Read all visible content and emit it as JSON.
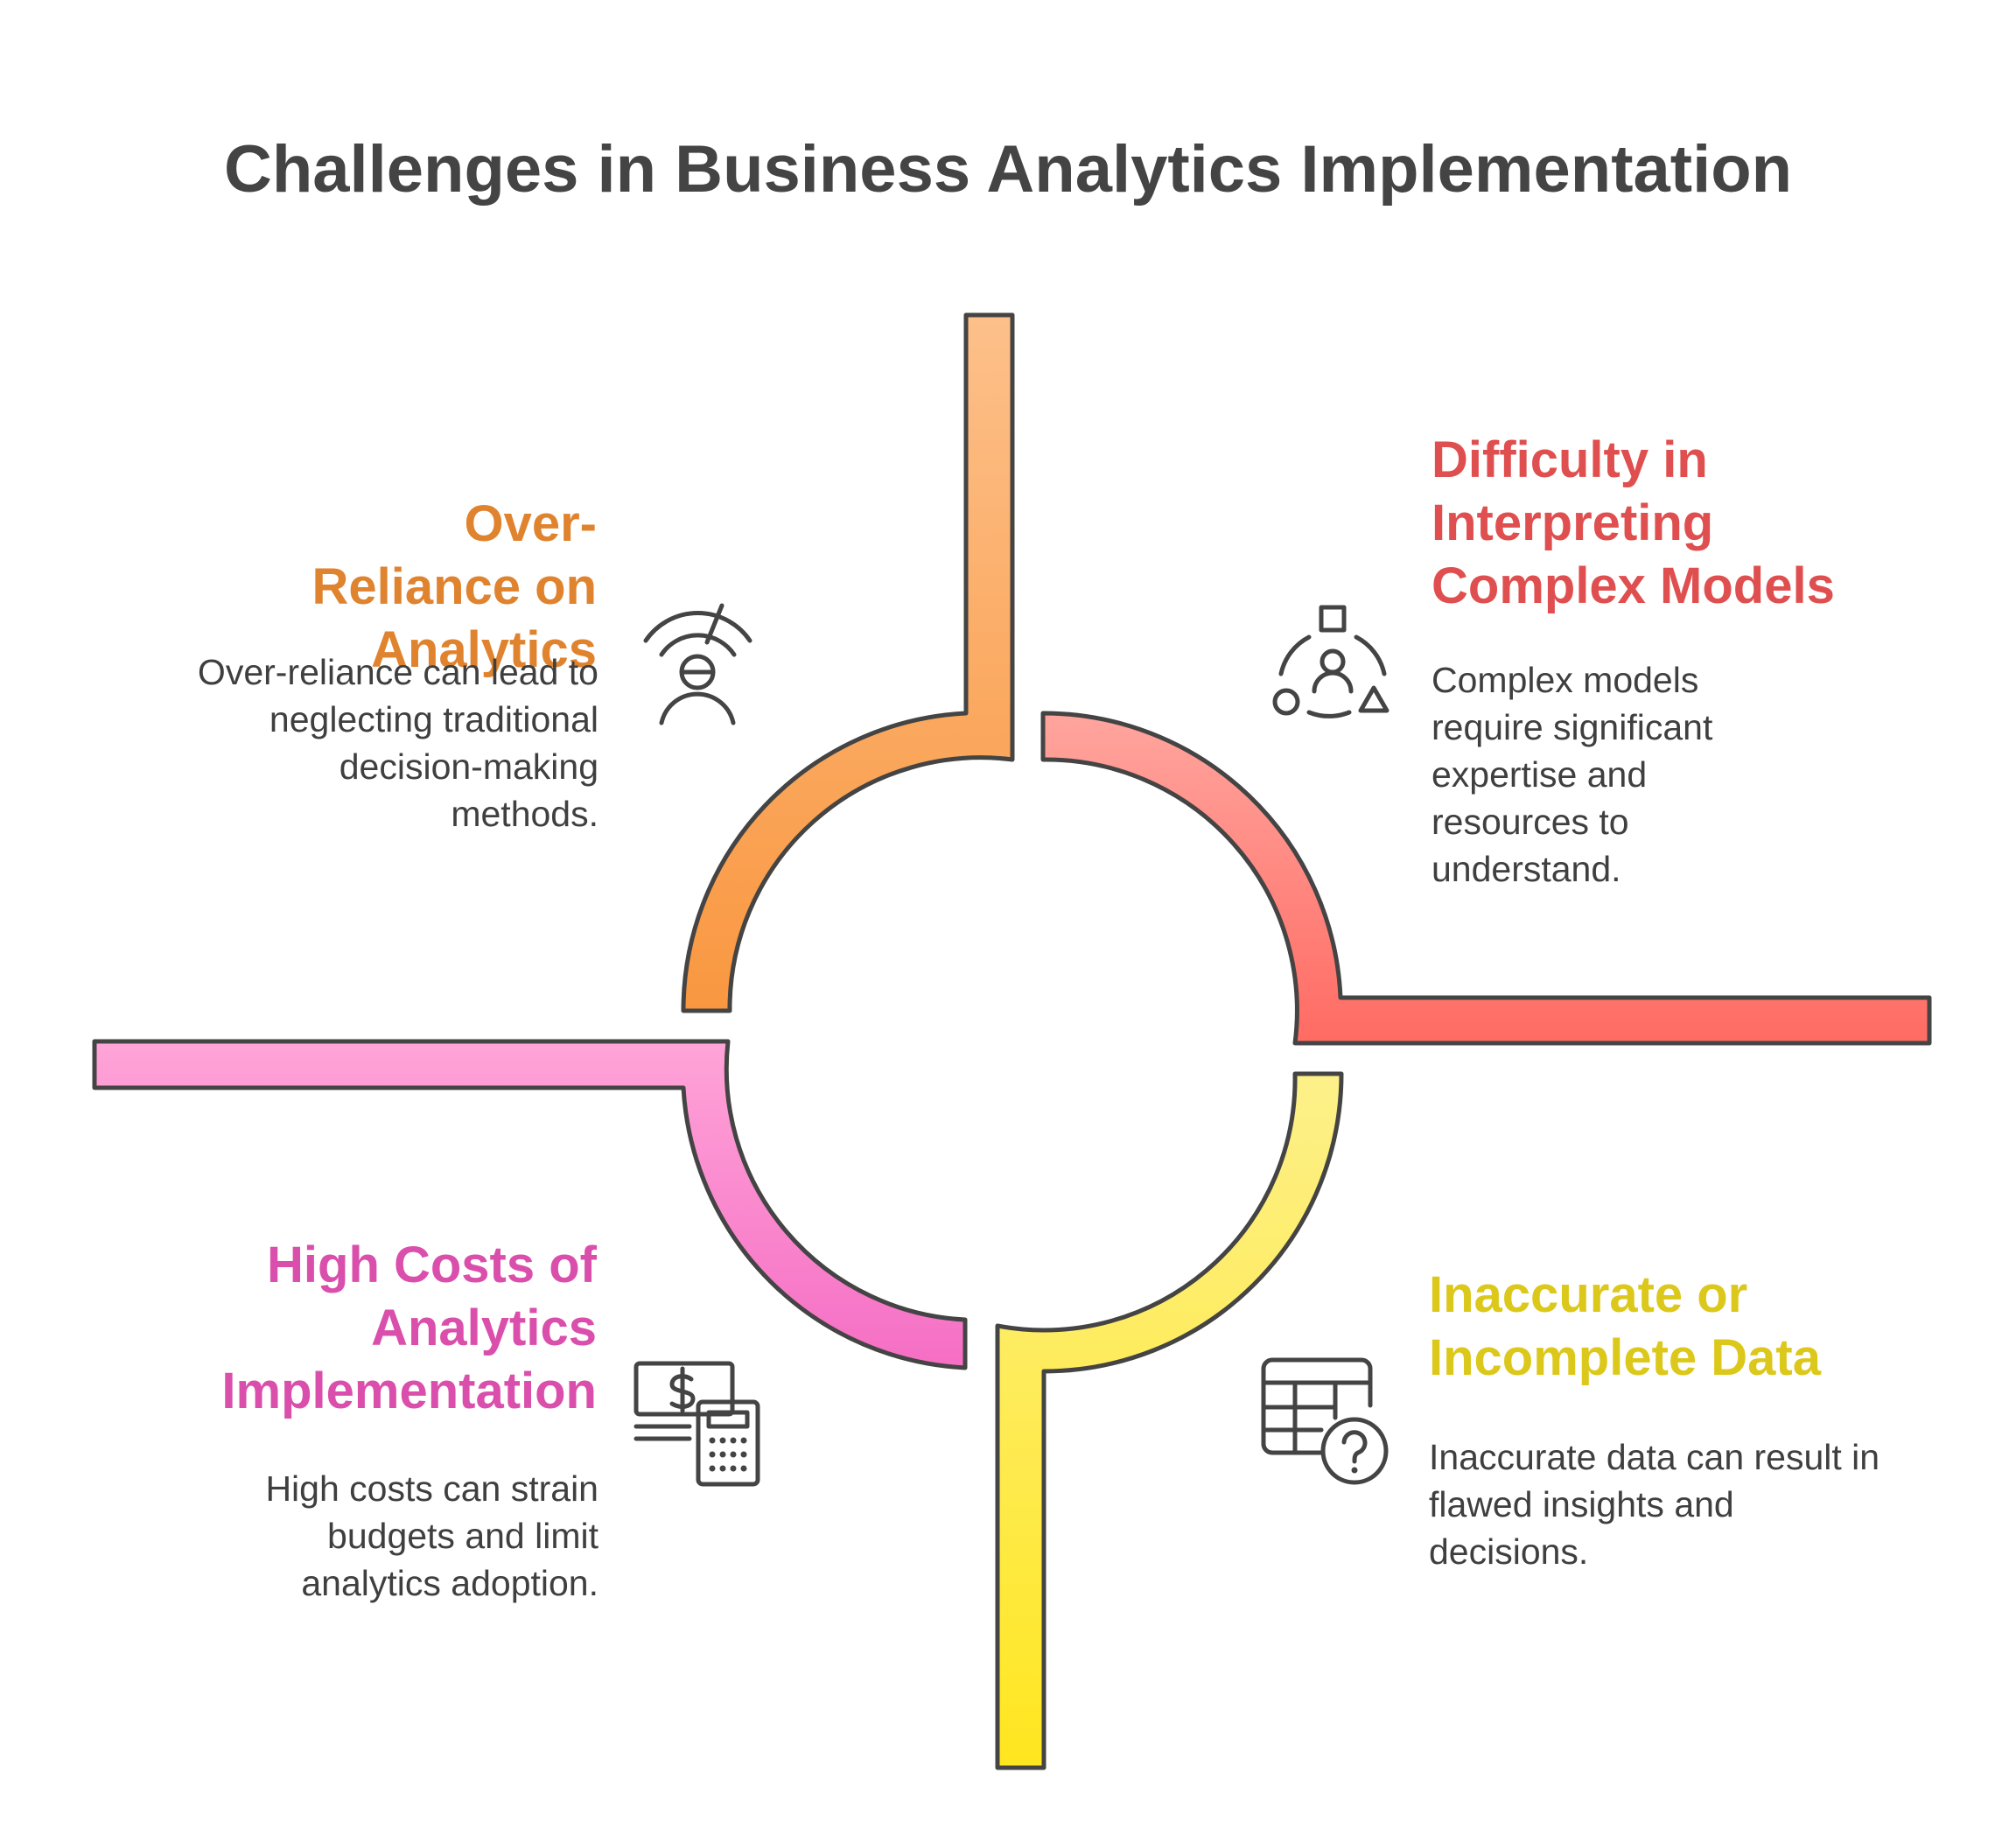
{
  "title": "Challenges in Business Analytics Implementation",
  "quadrants": [
    {
      "heading": "Over-Reliance on Analytics",
      "description": "Over-reliance can lead to neglecting traditional decision-making methods.",
      "color": "#E0832F",
      "gradient": [
        "#FDC08A",
        "#F99740"
      ],
      "icon": "gauge-person-icon"
    },
    {
      "heading": "Difficulty in Interpreting Complex Models",
      "description": "Complex models require significant expertise and resources to understand.",
      "color": "#E04F4F",
      "gradient": [
        "#FFA59E",
        "#FF6B63"
      ],
      "icon": "person-shapes-icon"
    },
    {
      "heading": "High Costs of Analytics Implementation",
      "description": "High costs can strain budgets and limit analytics adoption.",
      "color": "#DA4FAB",
      "gradient": [
        "#FFA4D8",
        "#F56EC4"
      ],
      "icon": "money-calculator-icon"
    },
    {
      "heading": "Inaccurate or Incomplete Data",
      "description": "Inaccurate data can result in flawed insights and decisions.",
      "color": "#DCC81A",
      "gradient": [
        "#FDF08A",
        "#FFE61F"
      ],
      "icon": "table-question-icon"
    }
  ]
}
